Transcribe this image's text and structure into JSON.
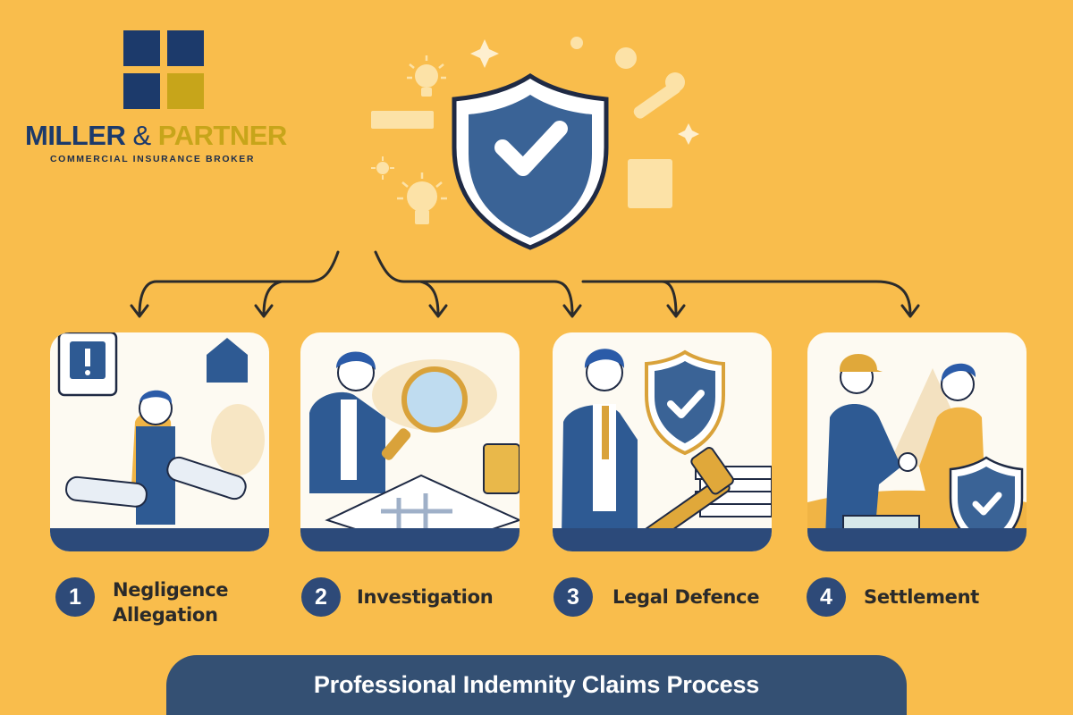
{
  "brand": {
    "name_part1": "MILLER",
    "name_amp": " & ",
    "name_part2": "PARTNER",
    "tagline": "COMMERCIAL INSURANCE BROKER",
    "colors": {
      "navy": "#1c3a6b",
      "gold": "#c7a51a"
    }
  },
  "hero": {
    "icon": "shield-check-icon",
    "decorations": [
      "lightbulb-icon",
      "ruler-icon",
      "sparkle-icon",
      "wrench-icon",
      "clipboard-icon",
      "sun-icon"
    ]
  },
  "steps": [
    {
      "number": "1",
      "label_line1": "Negligence",
      "label_line2": "Allegation",
      "illustration": "professional-holding-blueprints-with-alert"
    },
    {
      "number": "2",
      "label_line1": "Investigation",
      "label_line2": "",
      "illustration": "man-with-magnifying-glass-over-plans"
    },
    {
      "number": "3",
      "label_line1": "Legal Defence",
      "label_line2": "",
      "illustration": "lawyer-with-shield-and-gavel"
    },
    {
      "number": "4",
      "label_line1": "Settlement",
      "label_line2": "",
      "illustration": "handshake-with-shield"
    }
  ],
  "banner": {
    "title": "Professional Indemnity Claims Process"
  },
  "colors": {
    "background": "#f9bd4c",
    "primary_blue": "#2e4a78",
    "banner": "#345073",
    "text": "#2a2a2a"
  }
}
